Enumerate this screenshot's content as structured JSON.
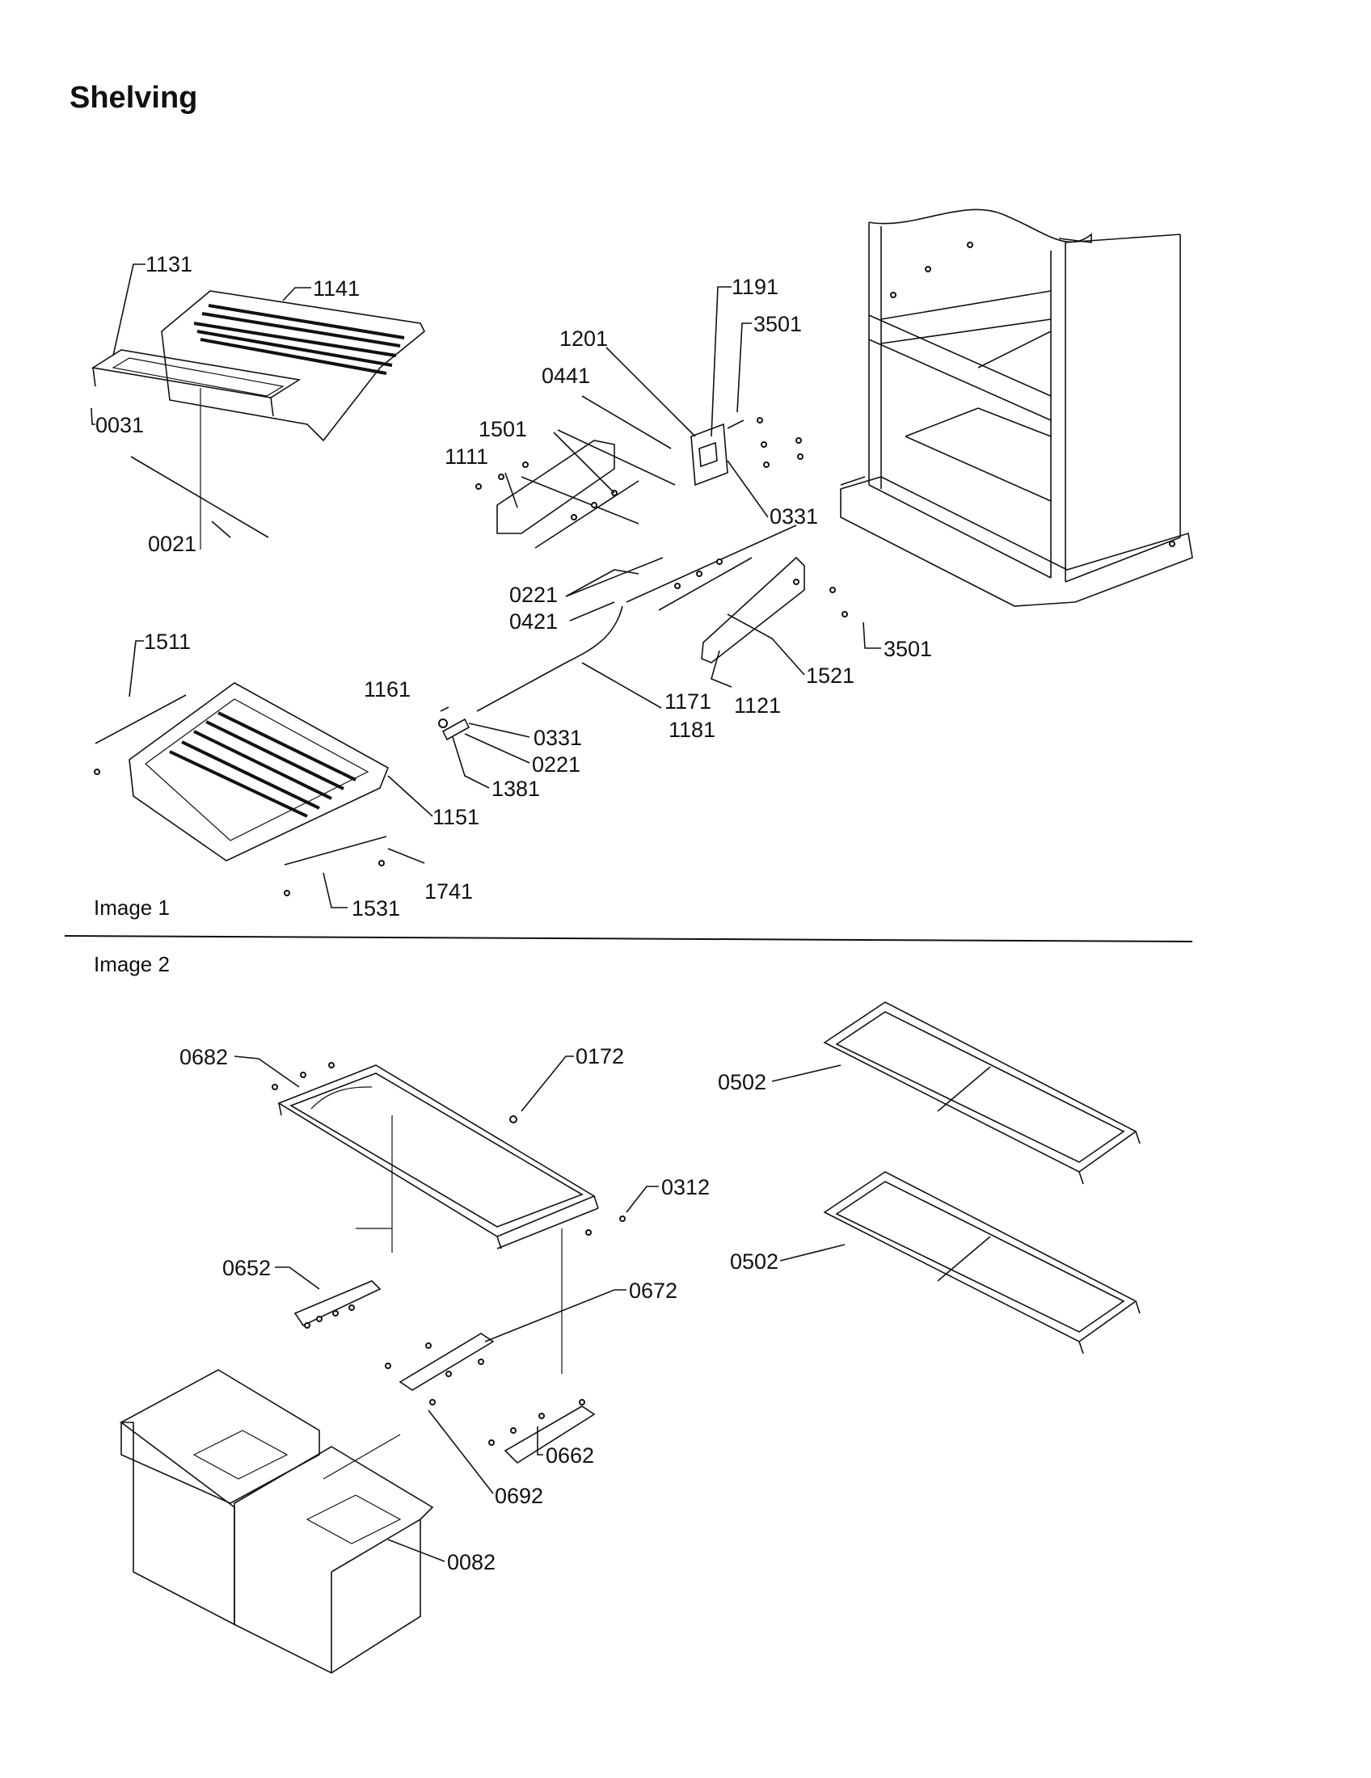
{
  "title": "Shelving",
  "sections": {
    "image1_label": "Image 1",
    "image2_label": "Image 2"
  },
  "part_labels": {
    "p1131": "1131",
    "p1141": "1141",
    "p0031": "0031",
    "p0021": "0021",
    "p1511": "1511",
    "p1151": "1151",
    "p1531": "1531",
    "p1741": "1741",
    "p1191": "1191",
    "p3501a": "3501",
    "p1201": "1201",
    "p0441": "0441",
    "p1501": "1501",
    "p1111": "1111",
    "p0331a": "0331",
    "p0221a": "0221",
    "p0421": "0421",
    "p1521": "1521",
    "p1121": "1121",
    "p3501b": "3501",
    "p1161": "1161",
    "p1171": "1171",
    "p1181": "1181",
    "p0331b": "0331",
    "p0221b": "0221",
    "p1381": "1381",
    "p0682": "0682",
    "p0172": "0172",
    "p0312": "0312",
    "p0652": "0652",
    "p0672": "0672",
    "p0662": "0662",
    "p0692": "0692",
    "p0082": "0082",
    "p0502a": "0502",
    "p0502b": "0502"
  }
}
